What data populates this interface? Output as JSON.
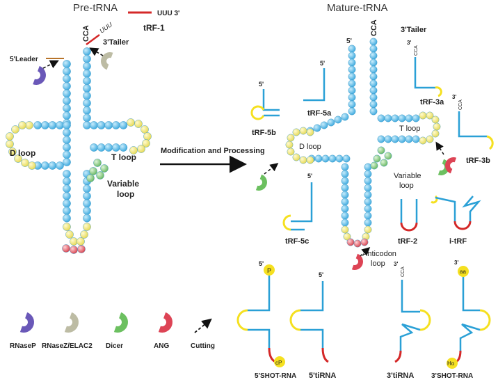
{
  "titles": {
    "pre": "Pre-tRNA",
    "mature": "Mature-tRNA"
  },
  "arrow_label": "Modification and Processing",
  "pre_labels": {
    "trf1": "tRF-1",
    "uuu_top": "UUU  3'",
    "uuu_tail": "UUU",
    "cca": "CCA",
    "tailer": "3'Tailer",
    "leader": "5'Leader",
    "d_loop": "D loop",
    "t_loop": "T loop",
    "variable": "Variable",
    "loop": "loop"
  },
  "mature_labels": {
    "five_prime": "5'",
    "cca": "CCA",
    "tailer": "3'Tailer",
    "d_loop": "D loop",
    "t_loop": "T loop",
    "variable": "Variable",
    "loop": "loop",
    "anticodon": "Anticodon",
    "anticodon_loop": "loop"
  },
  "fragments": {
    "trf5a": "tRF-5a",
    "trf5b": "tRF-5b",
    "trf5c": "tRF-5c",
    "trf3a": "tRF-3a",
    "trf3b": "tRF-3b",
    "trf2": "tRF-2",
    "itrf": "i-tRF",
    "shot5": "5'SHOT-RNA",
    "tirna5": "5'tiRNA",
    "tirna3": "3'tiRNA",
    "shot3": "3'SHOT-RNA",
    "five_prime": "5'",
    "three_prime": "3'",
    "cca": "CCA",
    "p": "P",
    "cp": "cP",
    "aa": "aa",
    "ho": "Ho"
  },
  "legend": {
    "rnasep": "RNaseP",
    "rnasez": "RNaseZ/ELAC2",
    "dicer": "Dicer",
    "ang": "ANG",
    "cutting": "Cutting"
  },
  "colors": {
    "stem": "#5bbfe8",
    "loop": "#f0e870",
    "variable": "#8fd08a",
    "anticodon": "#e85a66",
    "strand": "#2aa0d6",
    "loop_line": "#f5e020",
    "cut_end": "#d42828",
    "leader": "#b8742a",
    "rnasep": "#6a58b8",
    "rnasez": "#b8b8a0",
    "dicer": "#6cc060",
    "ang": "#dd4455"
  }
}
